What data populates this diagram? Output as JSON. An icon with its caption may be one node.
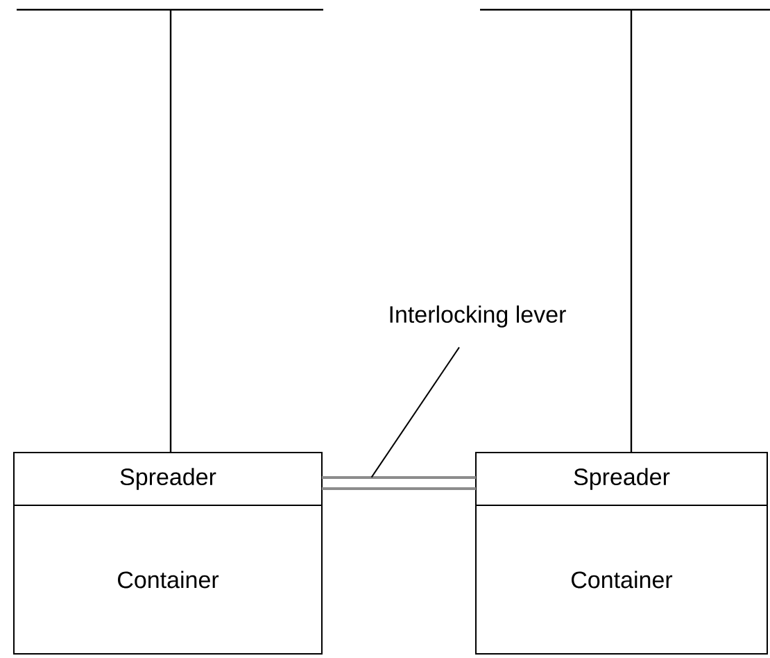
{
  "diagram": {
    "nodes": [
      {
        "text": [
          "Spreader"
        ]
      },
      {
        "text": [
          "Container"
        ]
      },
      {
        "text": [
          "Spreader"
        ]
      },
      {
        "text": [
          "Container"
        ]
      },
      {
        "text": [],
        "shape": "bar"
      },
      {
        "text": [
          "Interlocking lever"
        ]
      }
    ],
    "edges": [
      {
        "from": 5,
        "to": 4,
        "arrow": "none"
      }
    ]
  }
}
